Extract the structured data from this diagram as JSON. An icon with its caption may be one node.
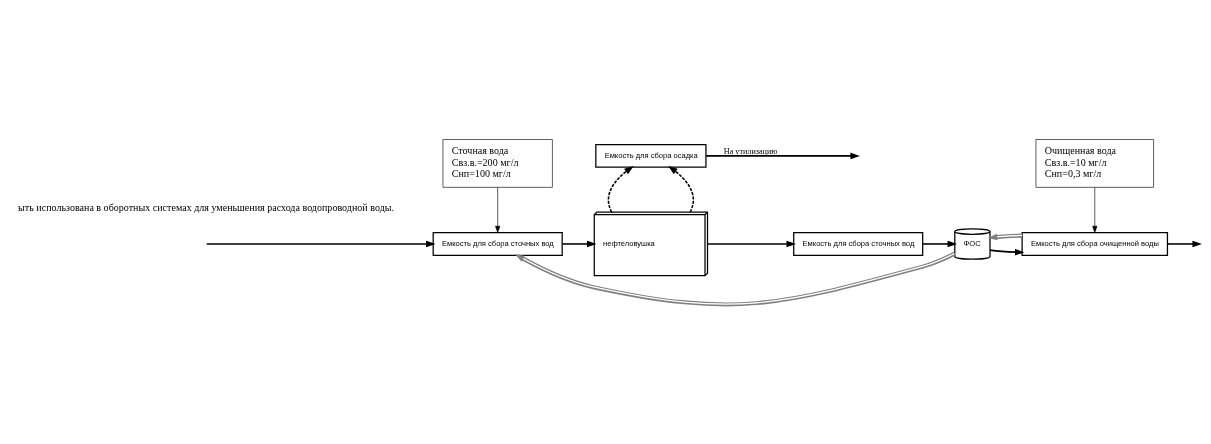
{
  "diagram": {
    "nodes": [
      {
        "text": [
          "Емкость для сбора осадка"
        ]
      },
      {
        "text": [
          "Емкость для сбора сточных вод"
        ]
      },
      {
        "text": [
          "нефтеловушка"
        ]
      },
      {
        "text": [
          "Емкость для сбора сточных вод"
        ]
      },
      {
        "text": [
          "ФОС"
        ]
      },
      {
        "text": [
          "Емкость для сбора очищенной воды"
        ]
      },
      {
        "text": [
          "Сточная вода",
          "Свз.в.=200 мг/л",
          "Снп=100 мг/л"
        ]
      },
      {
        "text": [
          "Очищенная вода",
          "Свз.в.=10 мг/л",
          "Снп=0,3 мг/л"
        ]
      }
    ],
    "edges": [
      {
        "from": null,
        "to": 1,
        "arrow": "to"
      },
      {
        "from": 1,
        "to": 2,
        "arrow": "to"
      },
      {
        "from": 2,
        "to": 0,
        "arrow": "to",
        "style": "dashed"
      },
      {
        "from": 2,
        "to": 0,
        "arrow": "to",
        "style": "dashed"
      },
      {
        "from": 0,
        "to": null,
        "arrow": "to",
        "label": "На утилизацию"
      },
      {
        "from": 2,
        "to": 3,
        "arrow": "to"
      },
      {
        "from": 3,
        "to": 4,
        "arrow": "to"
      },
      {
        "from": 4,
        "to": 1,
        "arrow": "to",
        "color": "#808080"
      },
      {
        "from": 4,
        "to": 5,
        "arrow": "to"
      },
      {
        "from": 5,
        "to": 4,
        "arrow": "to",
        "color": "#808080"
      },
      {
        "from": 5,
        "to": null,
        "arrow": "to"
      },
      {
        "from": 6,
        "to": 1,
        "arrow": "to"
      },
      {
        "from": 7,
        "to": 5,
        "arrow": "to"
      }
    ],
    "labels": [
      "ыть использована в оборотных системах для уменьшения расхода водопроводной воды."
    ]
  }
}
